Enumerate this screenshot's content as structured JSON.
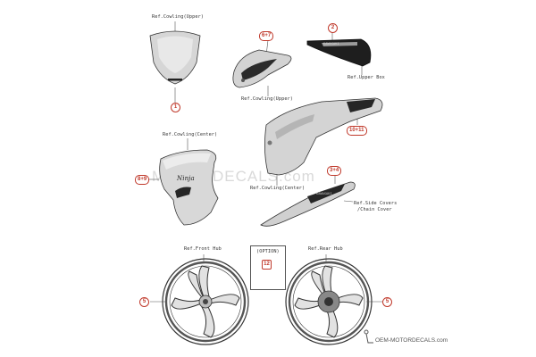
{
  "labels": {
    "cowling_upper_top": "Ref.Cowling(Upper)",
    "cowling_upper_mid": "Ref.Cowling(Upper)",
    "upper_box": "Ref.Upper Box",
    "cowling_center_left": "Ref.Cowling(Center)",
    "cowling_center_right": "Ref.Cowling(Center)",
    "side_covers": "Ref.Side Covers",
    "chain_cover": "/Chain Cover",
    "front_hub": "Ref.Front Hub",
    "rear_hub": "Ref.Rear Hub",
    "option": "(OPTION)"
  },
  "callouts": {
    "c1": "1",
    "c2": "2",
    "c67": "6+7",
    "c89": "8+9",
    "c1011": "10+11",
    "c34": "3+4",
    "c12": "12",
    "c5_left": "5",
    "c5_right": "5"
  },
  "decals": {
    "ninja": "Ninja",
    "kawasaki_upper": "KAWASAKI",
    "kawasaki_side": "KAWASAKI"
  },
  "watermark": "MOTORDECALS.com",
  "credit": "OEM-MOTORDECALS.com",
  "colors": {
    "callout": "#c0392b",
    "outline": "#333333",
    "fill_light": "#dcdcdc",
    "fill_dark": "#2b2b2b"
  }
}
